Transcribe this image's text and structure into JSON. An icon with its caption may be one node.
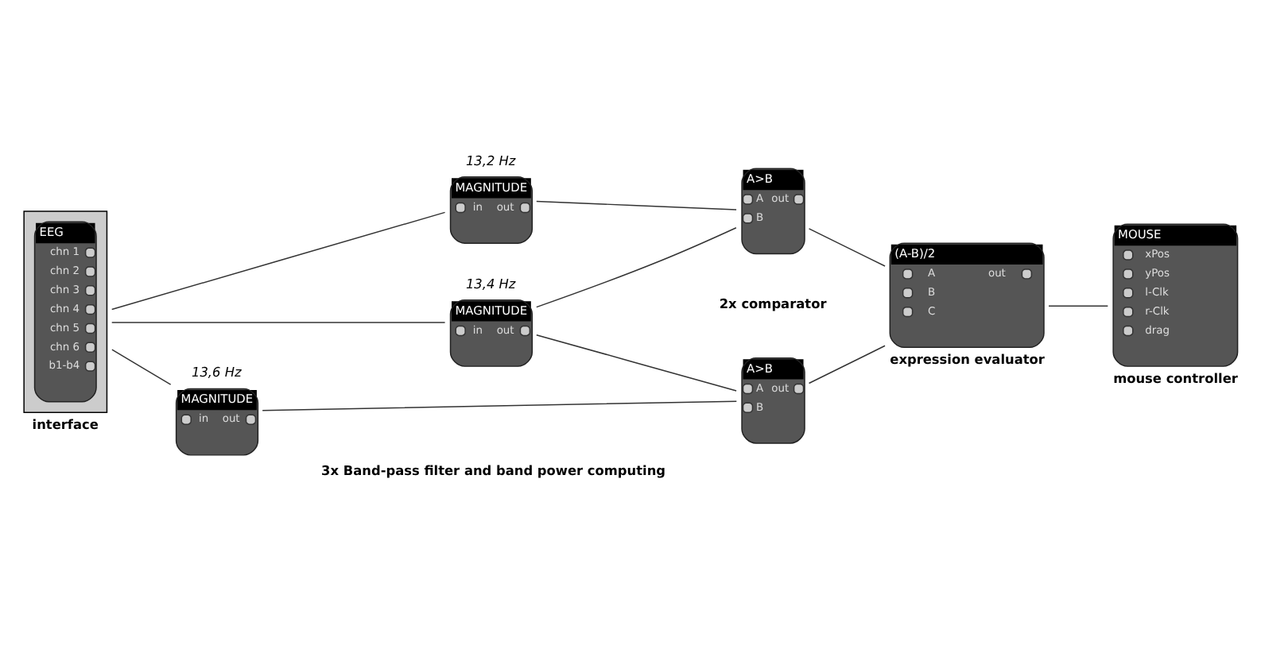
{
  "diagram": {
    "nodes": [
      {
        "text": [
          "EEG",
          "chn 1",
          "chn 2",
          "chn 3",
          "chn 4",
          "chn 5",
          "chn 6",
          "b1-b4"
        ],
        "beside": [
          "interface"
        ]
      },
      {
        "text": [
          "MAGNITUDE",
          "in",
          "out"
        ],
        "beside": [
          "13,2 Hz"
        ]
      },
      {
        "text": [
          "MAGNITUDE",
          "in",
          "out"
        ],
        "beside": [
          "13,4 Hz"
        ]
      },
      {
        "text": [
          "MAGNITUDE",
          "in",
          "out"
        ],
        "beside": [
          "13,6 Hz"
        ]
      },
      {
        "text": [
          "A>B",
          "A",
          "out",
          "B"
        ]
      },
      {
        "text": [
          "A>B",
          "A",
          "out",
          "B"
        ]
      },
      {
        "text": [
          "(A-B)/2",
          "A",
          "out",
          "B",
          "C"
        ],
        "beside": [
          "expression evaluator"
        ]
      },
      {
        "text": [
          "MOUSE",
          "xPos",
          "yPos",
          "l-Clk",
          "r-Clk",
          "drag"
        ],
        "beside": [
          "mouse controller"
        ]
      }
    ],
    "edges": [
      {
        "from": 0,
        "to": 1,
        "arrow": "none"
      },
      {
        "from": 0,
        "to": 2,
        "arrow": "none"
      },
      {
        "from": 0,
        "to": 3,
        "arrow": "none"
      },
      {
        "from": 1,
        "to": 4,
        "arrow": "none"
      },
      {
        "from": 2,
        "to": 4,
        "arrow": "none"
      },
      {
        "from": 2,
        "to": 5,
        "arrow": "none"
      },
      {
        "from": 3,
        "to": 5,
        "arrow": "none"
      },
      {
        "from": 4,
        "to": 6,
        "arrow": "none"
      },
      {
        "from": 5,
        "to": 6,
        "arrow": "none"
      },
      {
        "from": 6,
        "to": 7,
        "arrow": "none"
      }
    ],
    "labels": [
      "3x Band-pass filter and band power computing",
      "2x comparator"
    ]
  }
}
